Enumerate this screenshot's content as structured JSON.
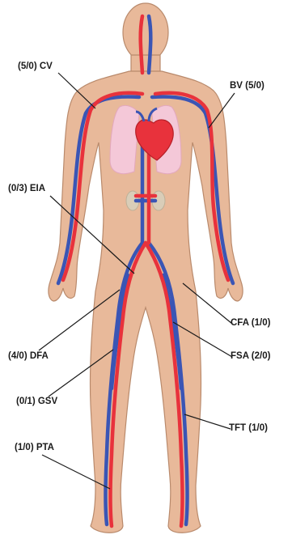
{
  "labels": {
    "cv": "(5/0) CV",
    "bv": "BV (5/0)",
    "eia": "(0/3) EIA",
    "cfa": "CFA (1/0)",
    "dfa": "(4/0) DFA",
    "fsa": "FSA (2/0)",
    "gsv": "(0/1) GSV",
    "tft": "TFT (1/0)",
    "pta": "(1/0) PTA"
  },
  "colors": {
    "skin": "#e8b99a",
    "skin_outline": "#b98a6c",
    "artery": "#e8323c",
    "vein": "#3a55b5",
    "lung": "#f4c8d8",
    "kidney": "#d9cdb8",
    "leader_line": "#1a1a1a"
  }
}
